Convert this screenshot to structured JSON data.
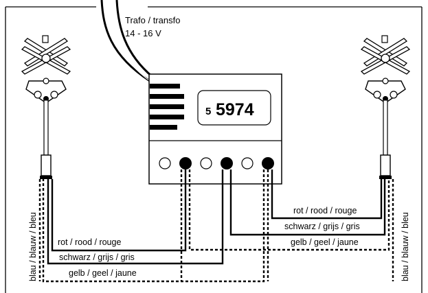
{
  "power_label_line1": "Trafo / transfo",
  "power_label_line2": "14 - 16 V",
  "module": {
    "code_prefix": "5",
    "code_number": "5974"
  },
  "wires": {
    "red_left": "rot / rood / rouge",
    "black_left": "schwarz / grijs / gris",
    "yellow_left": "gelb / geel / jaune",
    "red_right": "rot / rood / rouge",
    "black_right": "schwarz / grijs / gris",
    "yellow_right": "gelb / geel / jaune",
    "blue_left": "blau / blauw / bleu",
    "blue_right": "blau / blauw / bleu"
  }
}
